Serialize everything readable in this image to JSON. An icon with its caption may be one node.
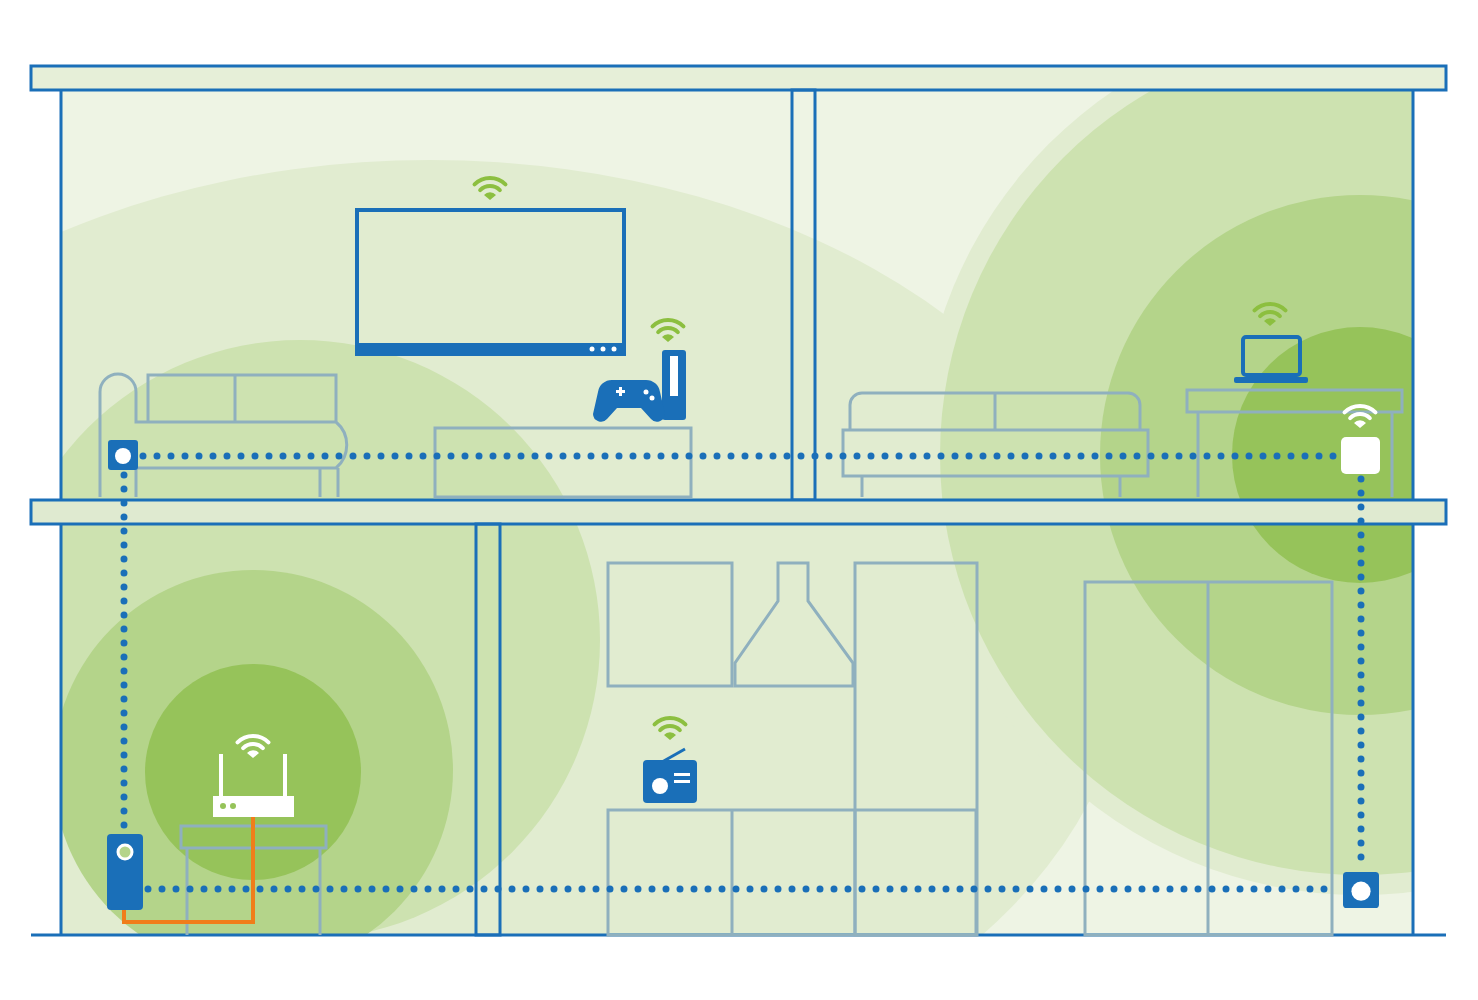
{
  "diagram": {
    "nodes": [
      {
        "text": [],
        "shape": "box"
      },
      {
        "text": [],
        "shape": "box"
      },
      {
        "text": [],
        "shape": "box"
      },
      {
        "text": [],
        "shape": "box"
      },
      {
        "text": [],
        "shape": "picture"
      }
    ],
    "edges": [
      {
        "from": 0,
        "to": 1,
        "arrow": "none",
        "style": "dashed"
      },
      {
        "from": 0,
        "to": 2,
        "arrow": "none",
        "style": "dashed"
      },
      {
        "from": 1,
        "to": 3,
        "arrow": "none",
        "style": "dashed"
      },
      {
        "from": 2,
        "to": 3,
        "arrow": "none",
        "style": "dashed"
      },
      {
        "from": 2,
        "to": 4,
        "arrow": "none",
        "color": "#f07d1a"
      }
    ]
  }
}
